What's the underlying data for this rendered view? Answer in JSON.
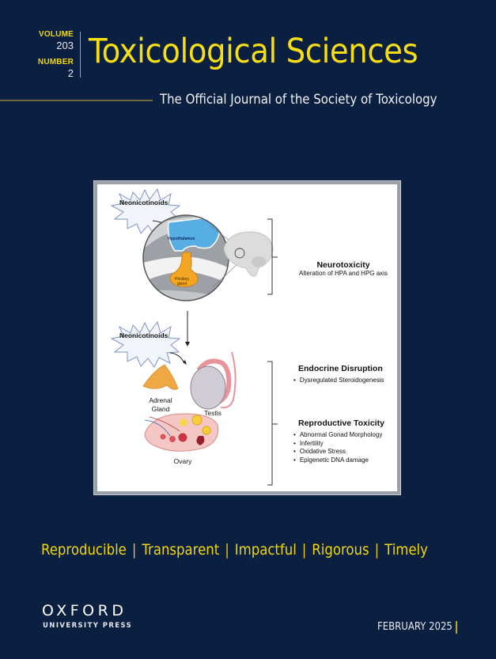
{
  "issue": {
    "volume_label": "VOLUME",
    "volume": "203",
    "number_label": "NUMBER",
    "number": "2",
    "date": "FEBRUARY 2025"
  },
  "journal": {
    "title": "Toxicological Sciences",
    "subtitle": "The Official Journal of the Society of Toxicology"
  },
  "figure": {
    "stressor_top": "Neonicotinoids",
    "stressor_bottom": "Neonicotinoids",
    "labels": {
      "hypothalamus": "Hypothalamus",
      "pituitary_line1": "Pituitary",
      "pituitary_line2": "gland",
      "adrenal_line1": "Adrenal",
      "adrenal_line2": "Gland",
      "testis": "Testis",
      "ovary": "Ovary"
    },
    "effects": {
      "neuro_title": "Neurotoxicity",
      "neuro_desc": "Alteration of HPA and HPG axis",
      "endocrine_title": "Endocrine Disruption",
      "endocrine_items": [
        "Dysregulated Steroidogenesis"
      ],
      "repro_title": "Reproductive Toxicity",
      "repro_items": [
        "Abnormal Gonad Morphology",
        "Infertility",
        "Oxidative Stress",
        "Epigenetic DNA damage"
      ]
    }
  },
  "tagline": {
    "items": [
      "Reproducible",
      "Transparent",
      "Impactful",
      "Rigorous",
      "Timely"
    ],
    "separator": "|"
  },
  "publisher": {
    "name": "OXFORD",
    "sub": "UNIVERSITY PRESS"
  },
  "colors": {
    "background": "#0b1f40",
    "accent_yellow": "#f7dd14",
    "rule_gold": "#b8a440"
  }
}
